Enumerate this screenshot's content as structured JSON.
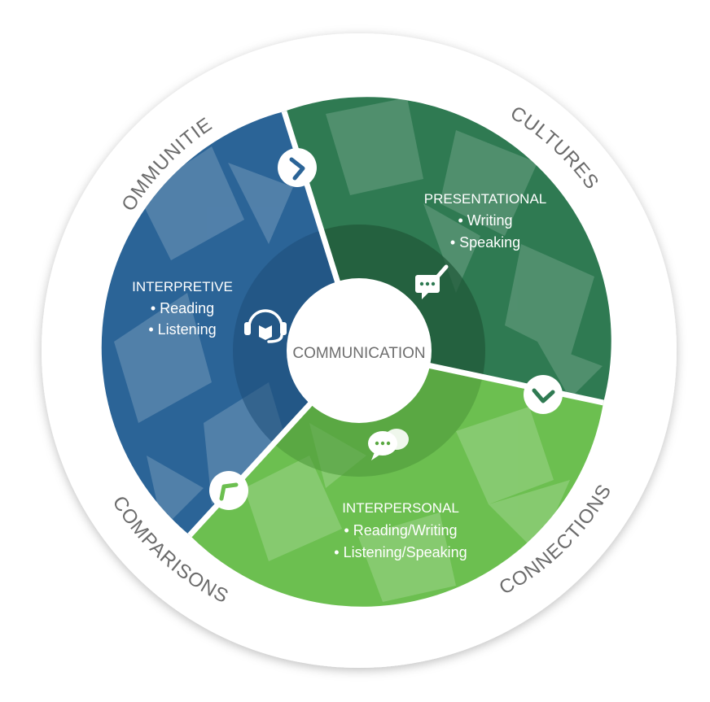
{
  "center": {
    "label": "COMMUNICATION"
  },
  "ring_labels": {
    "communities": "COMMUNITIES",
    "cultures": "CULTURES",
    "connections": "CONNECTIONS",
    "comparisons": "COMPARISONS"
  },
  "modes": {
    "interpretive": {
      "title": "INTERPRETIVE",
      "items": [
        "• Reading",
        "• Listening"
      ],
      "icon": "headset-book-icon",
      "color": "#2b6497"
    },
    "presentational": {
      "title": "PRESENTATIONAL",
      "items": [
        "• Writing",
        "• Speaking"
      ],
      "icon": "pen-speech-icon",
      "color": "#2f7a52"
    },
    "interpersonal": {
      "title": "INTERPERSONAL",
      "items": [
        "• Reading/Writing",
        "• Listening/Speaking"
      ],
      "icon": "chat-bubbles-icon",
      "color": "#6cbf50"
    }
  },
  "ring_color": "#ffffff",
  "text_color": "#6b6b6b"
}
